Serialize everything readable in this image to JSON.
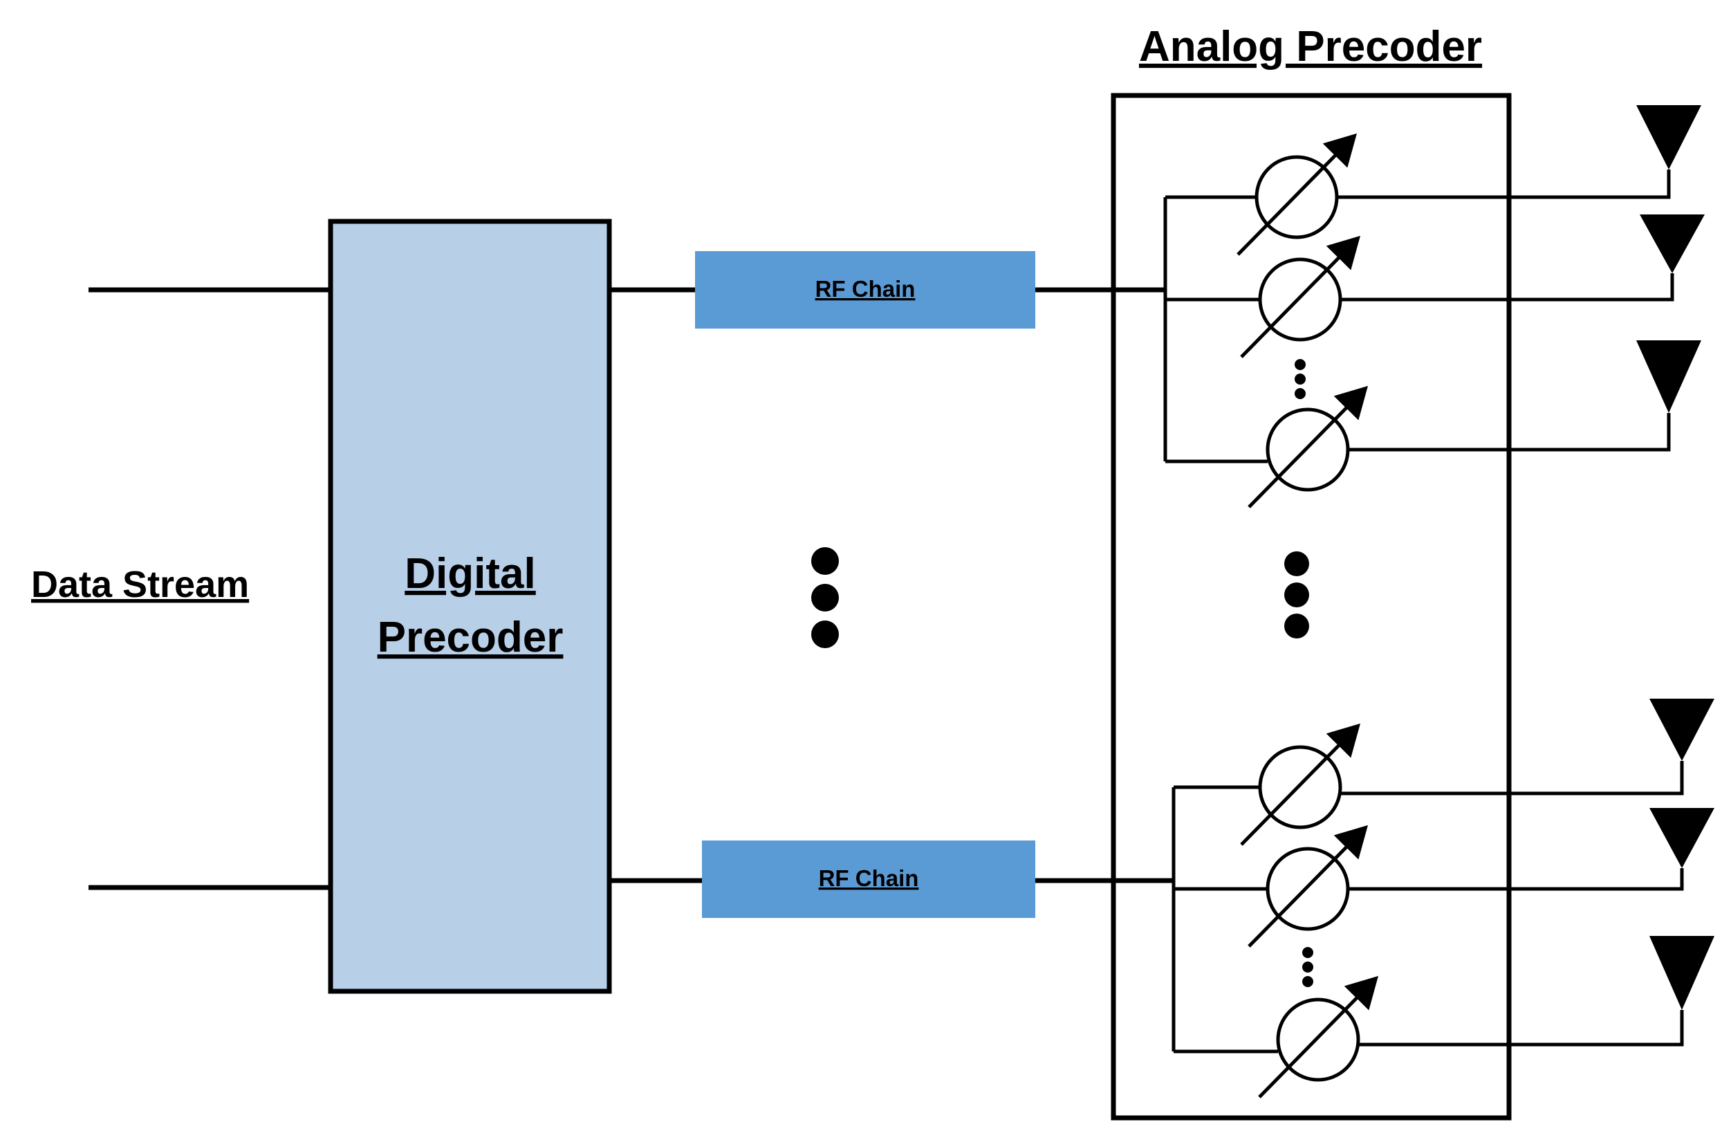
{
  "labels": {
    "data_stream": "Data Stream",
    "digital_line1": "Digital",
    "digital_line2": "Precoder",
    "analog_title": "Analog Precoder",
    "rf_chain_top": "RF Chain",
    "rf_chain_bottom": "RF Chain"
  },
  "colors": {
    "digital_precoder_fill": "#b8cfe8",
    "rf_chain_fill": "#5b9bd5",
    "line": "#000000",
    "background": "#ffffff"
  },
  "structure": {
    "rf_chain_count_shown": 2,
    "phase_shifters_per_group_shown": 3,
    "antennas_per_group_shown": 3
  },
  "icons": [
    "phase-shifter-icon",
    "antenna-icon",
    "ellipsis-dots-icon"
  ]
}
